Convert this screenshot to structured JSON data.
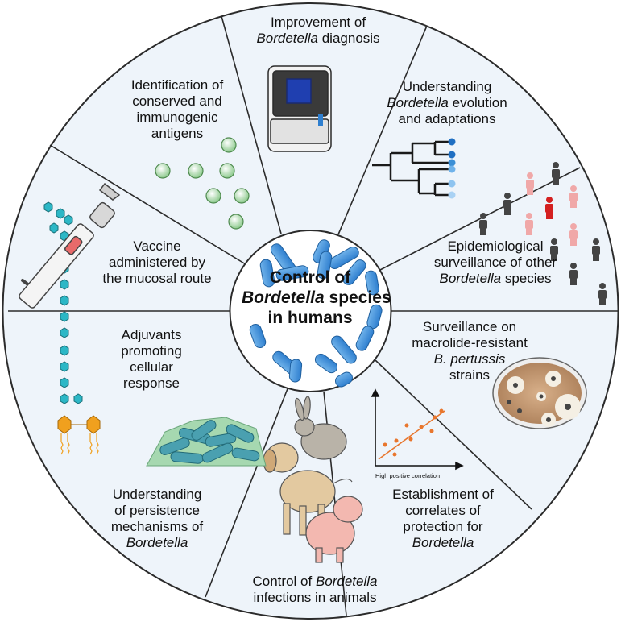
{
  "center": {
    "line1": "Control of",
    "line2_italic": "Bordetella",
    "line2_rest": " species",
    "line3": "in humans"
  },
  "segments": {
    "diagnosis": {
      "line1": "Improvement of",
      "line2_italic": "Bordetella",
      "line2_rest": " diagnosis"
    },
    "evolution": {
      "line1": "Understanding",
      "line2_italic": "Bordetella",
      "line2_rest": " evolution",
      "line3": "and adaptations"
    },
    "epidemiology": {
      "line1": "Epidemiological",
      "line2": "surveillance of other",
      "line3_italic": "Bordetella",
      "line3_rest": " species"
    },
    "macrolide": {
      "line1": "Surveillance on",
      "line2": "macrolide-resistant",
      "line3_italic": "B. pertussis",
      "line4": "strains"
    },
    "correlates": {
      "line1": "Establishment of",
      "line2": "correlates of",
      "line3": "protection for",
      "line4_italic": "Bordetella",
      "axis_caption": "High positive correlation"
    },
    "animals": {
      "line1_pre": "Control of ",
      "line1_italic": "Bordetella",
      "line2": "infections in animals"
    },
    "persistence": {
      "line1": "Understanding",
      "line2": "of persistence",
      "line3": "mechanisms of",
      "line4_italic": "Bordetella"
    },
    "adjuvants": {
      "line1": "Adjuvants",
      "line2": "promoting",
      "line3": "cellular",
      "line4": "response"
    },
    "mucosal": {
      "line1": "Vaccine",
      "line2": "administered by",
      "line3": "the mucosal route"
    },
    "antigens": {
      "line1": "Identification of",
      "line2": "conserved and",
      "line3": "immunogenic",
      "line4": "antigens"
    }
  },
  "colors": {
    "segment_fill": "#eef4fa",
    "outline": "#2b2b2b",
    "bacteria_blue": "#3b8fd6",
    "antigen_green": "#8cc98c",
    "adjuvant_cyan": "#2cb7c6",
    "adjuvant_orange": "#f0a01e",
    "scatter_orange": "#e8762d",
    "person_dark": "#444444",
    "person_pink": "#f0a8a8",
    "person_red": "#d42020",
    "petri_brown": "#c9a07a",
    "dog_tan": "#e3c9a0",
    "pig_pink": "#f3b8b0",
    "rabbit_grey": "#b9b3a8"
  }
}
